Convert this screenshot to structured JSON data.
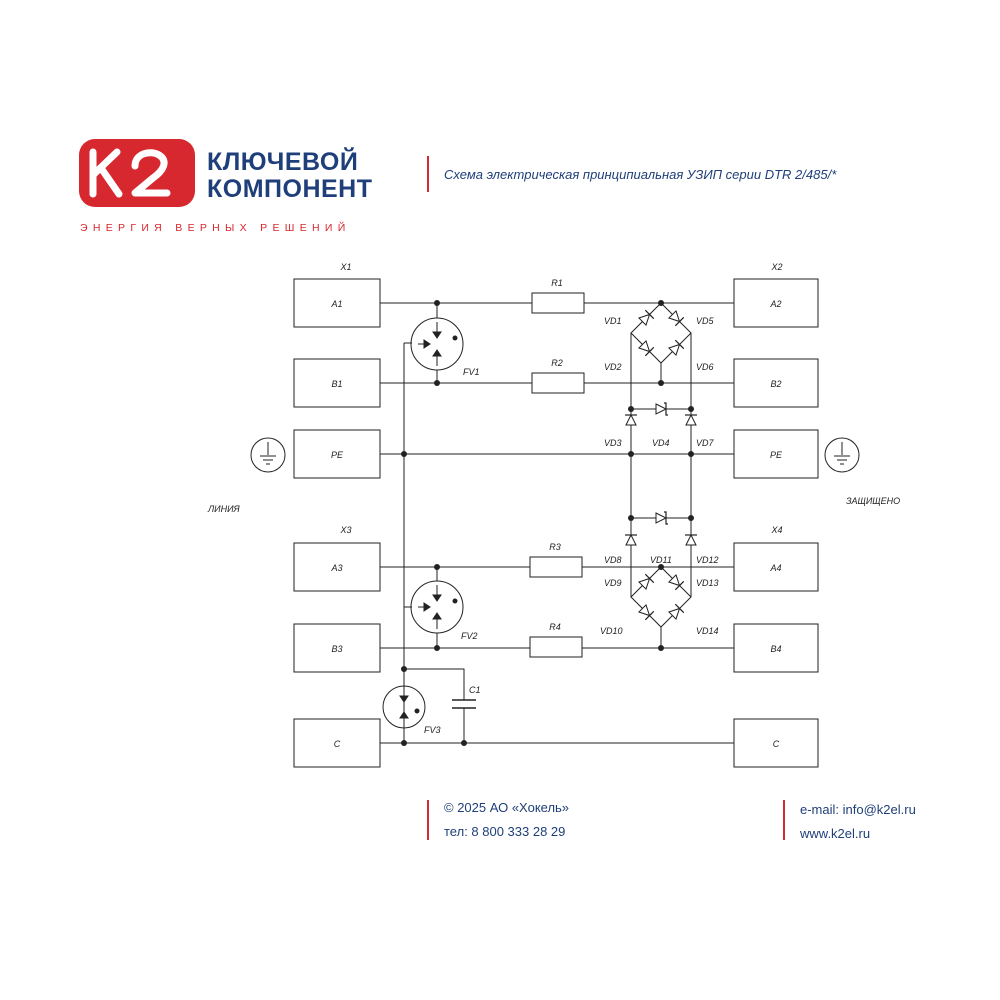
{
  "brand": {
    "logo_mark": "K2",
    "name_line1": "КЛЮЧЕВОЙ",
    "name_line2": "КОМПОНЕНТ",
    "slogan": "ЭНЕРГИЯ ВЕРНЫХ РЕШЕНИЙ",
    "colors": {
      "accent": "#d7282f",
      "text": "#1f3f7a"
    }
  },
  "header": {
    "title": "Схема электрическая принципиальная УЗИП серии DTR 2/485/*"
  },
  "diagram": {
    "connectors": {
      "x1": "X1",
      "x2": "X2",
      "x3": "X3",
      "x4": "X4",
      "a1": "A1",
      "b1": "B1",
      "pe_left": "PE",
      "a3": "A3",
      "b3": "B3",
      "c_left": "C",
      "a2": "A2",
      "b2": "B2",
      "pe_right": "PE",
      "a4": "A4",
      "b4": "B4",
      "c_right": "C"
    },
    "resistors": {
      "r1": "R1",
      "r2": "R2",
      "r3": "R3",
      "r4": "R4"
    },
    "arresters": {
      "fv1": "FV1",
      "fv2": "FV2",
      "fv3": "FV3"
    },
    "capacitor": {
      "c1": "C1"
    },
    "diodes": {
      "vd1": "VD1",
      "vd2": "VD2",
      "vd3": "VD3",
      "vd4": "VD4",
      "vd5": "VD5",
      "vd6": "VD6",
      "vd7": "VD7",
      "vd8": "VD8",
      "vd9": "VD9",
      "vd10": "VD10",
      "vd11": "VD11",
      "vd12": "VD12",
      "vd13": "VD13",
      "vd14": "VD14"
    },
    "side_labels": {
      "line": "ЛИНИЯ",
      "protected": "ЗАЩИЩЕНО"
    }
  },
  "footer": {
    "copyright": "© 2025 АО «Хокель»",
    "phone": "тел: 8 800 333 28 29",
    "email": "e-mail: info@k2el.ru",
    "website": "www.k2el.ru"
  }
}
